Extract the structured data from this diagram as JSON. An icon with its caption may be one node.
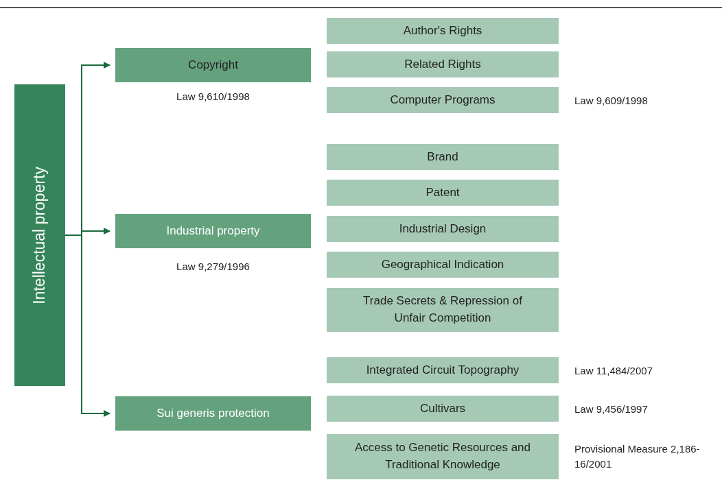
{
  "diagram": {
    "nodes": [
      {
        "text": [
          "Intellectual property"
        ]
      },
      {
        "text": [
          "Copyright"
        ],
        "beside": [
          "Law 9,610/1998"
        ]
      },
      {
        "text": [
          "Industrial property"
        ],
        "beside": [
          "Law 9,279/1996"
        ]
      },
      {
        "text": [
          "Sui generis protection"
        ]
      },
      {
        "text": [
          "Author's Rights"
        ]
      },
      {
        "text": [
          "Related Rights"
        ]
      },
      {
        "text": [
          "Computer Programs"
        ],
        "beside": [
          "Law 9,609/1998"
        ]
      },
      {
        "text": [
          "Brand"
        ]
      },
      {
        "text": [
          "Patent"
        ]
      },
      {
        "text": [
          "Industrial Design"
        ]
      },
      {
        "text": [
          "Geographical Indication"
        ]
      },
      {
        "text": [
          "Trade Secrets & Repression of Unfair Competition"
        ]
      },
      {
        "text": [
          "Integrated Circuit Topography"
        ],
        "beside": [
          "Law 11,484/2007"
        ]
      },
      {
        "text": [
          "Cultivars"
        ],
        "beside": [
          "Law 9,456/1997"
        ]
      },
      {
        "text": [
          "Access to Genetic Resources and Traditional Knowledge"
        ],
        "beside": [
          "Provisional Measure 2,186-16/2001"
        ]
      }
    ],
    "edges": [
      {
        "from": 0,
        "to": 1,
        "arrow": "to"
      },
      {
        "from": 0,
        "to": 2,
        "arrow": "to"
      },
      {
        "from": 0,
        "to": 3,
        "arrow": "to"
      }
    ]
  }
}
